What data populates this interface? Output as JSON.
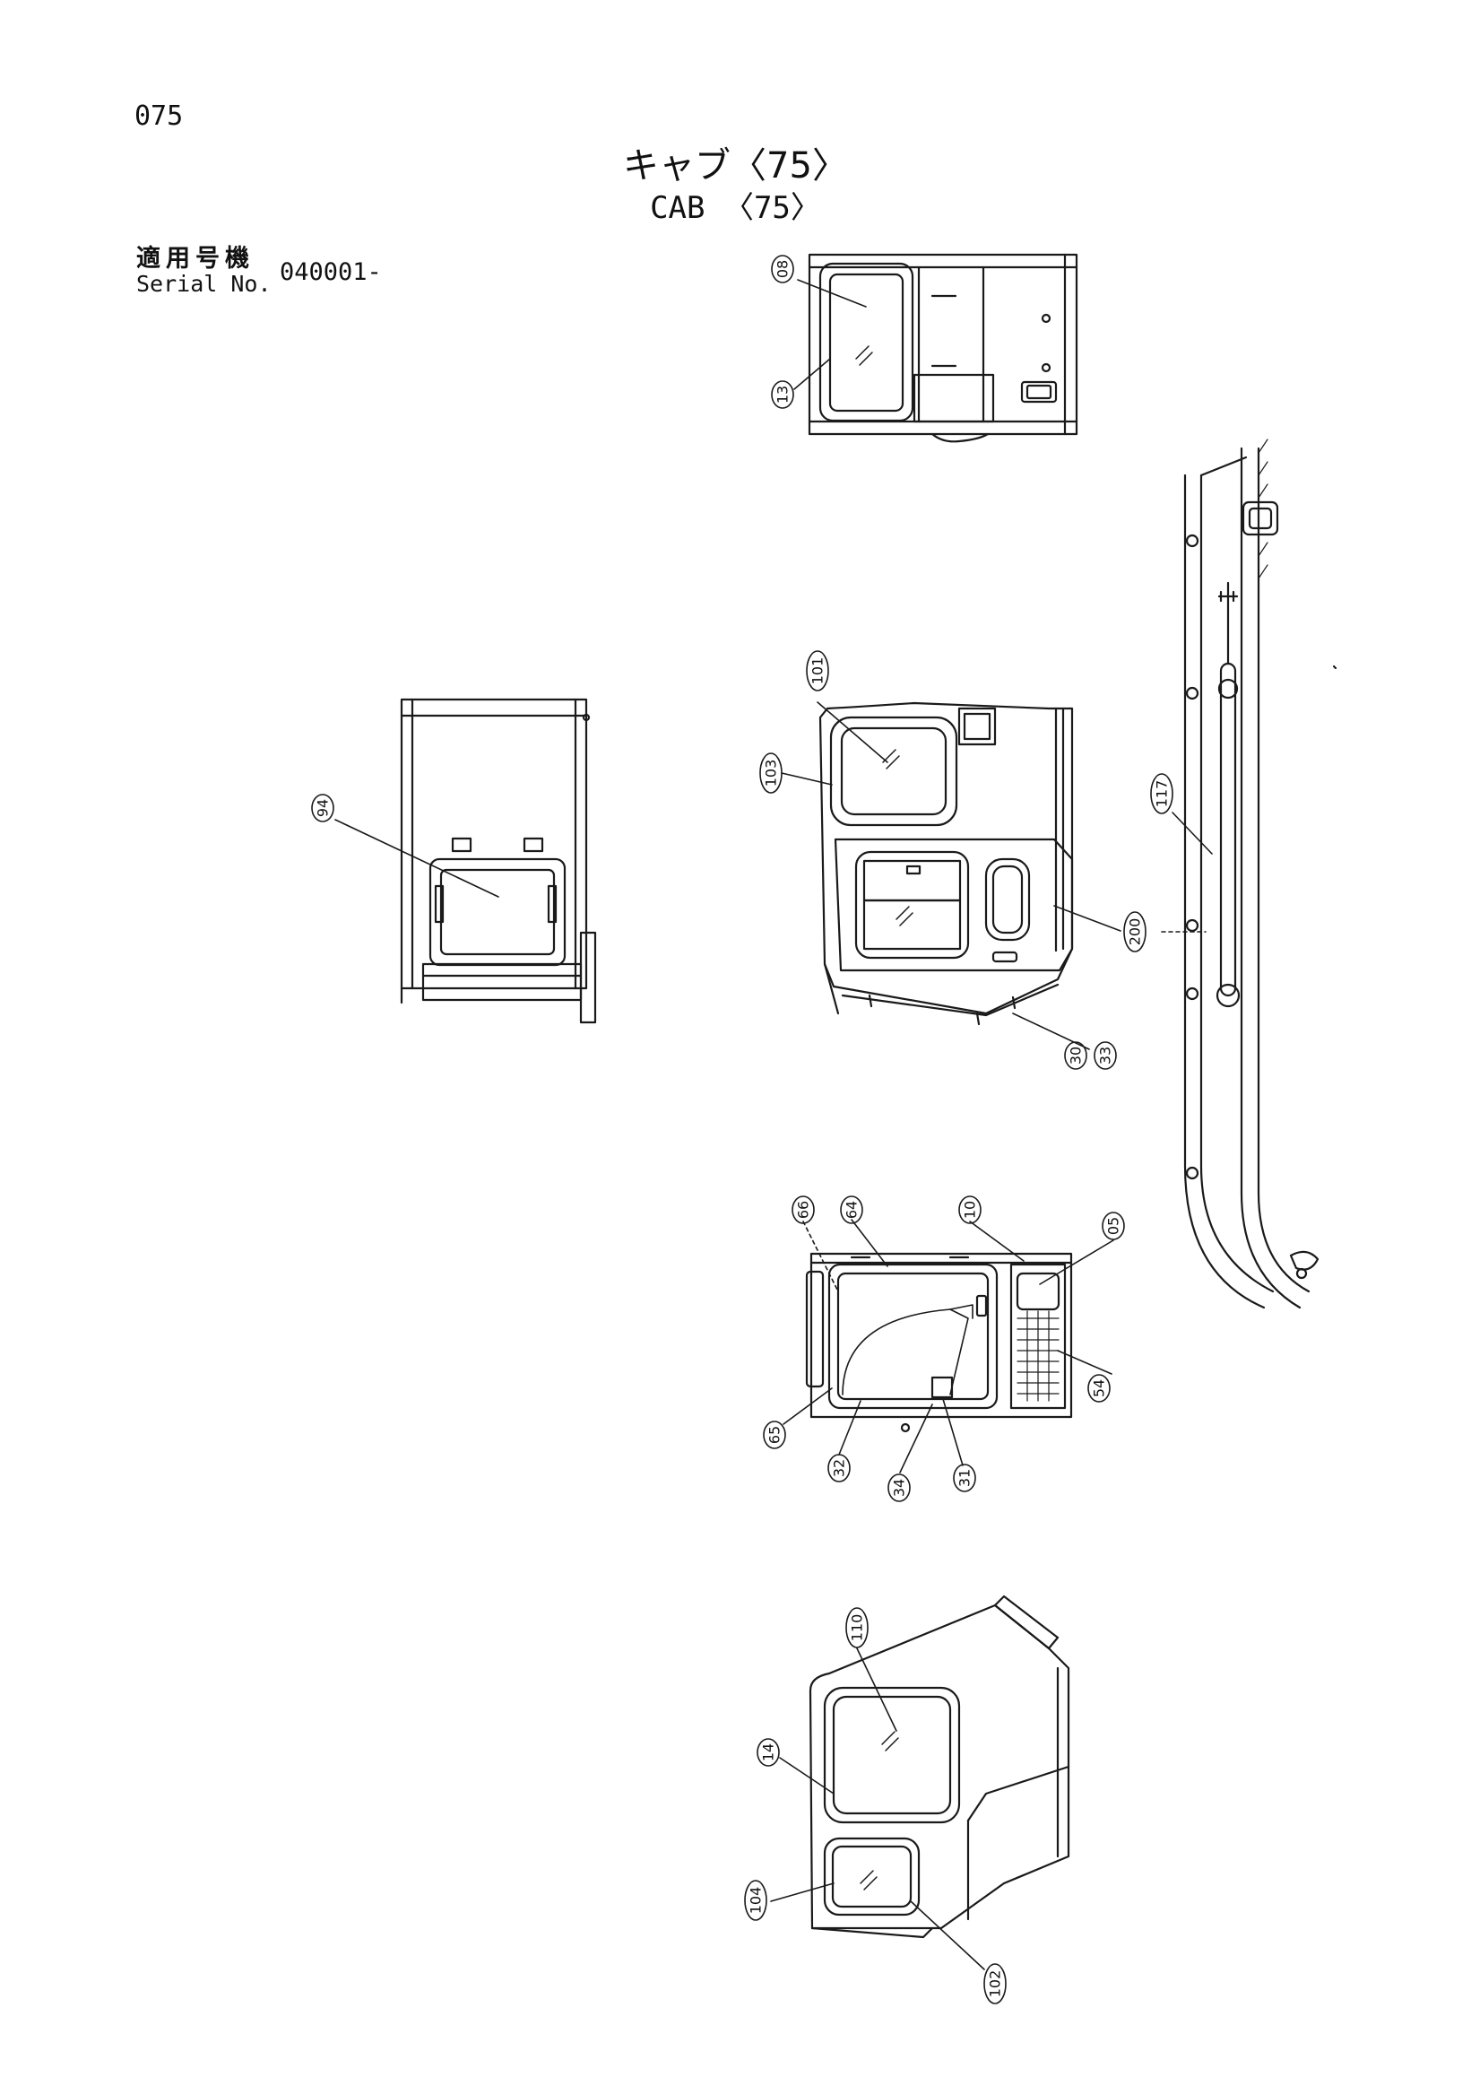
{
  "header": {
    "page_number": "075",
    "title_ja": "キャブ〈75〉",
    "title_en": "CAB 〈75〉",
    "serial_label_ja": "適用号機",
    "serial_label_en": "Serial No.",
    "serial_value": "040001-"
  },
  "callouts": {
    "c08": "08",
    "c13": "13",
    "c94": "94",
    "c101": "101",
    "c103": "103",
    "c200": "200",
    "c30": "30",
    "c33": "33",
    "c117": "117",
    "c66": "66",
    "c64": "64",
    "c10": "10",
    "c05": "05",
    "c54": "54",
    "c65": "65",
    "c32": "32",
    "c34": "34",
    "c31": "31",
    "c110": "110",
    "c14": "14",
    "c104": "104",
    "c102": "102"
  },
  "colors": {
    "line": "#1a1a1a",
    "background": "#ffffff"
  }
}
